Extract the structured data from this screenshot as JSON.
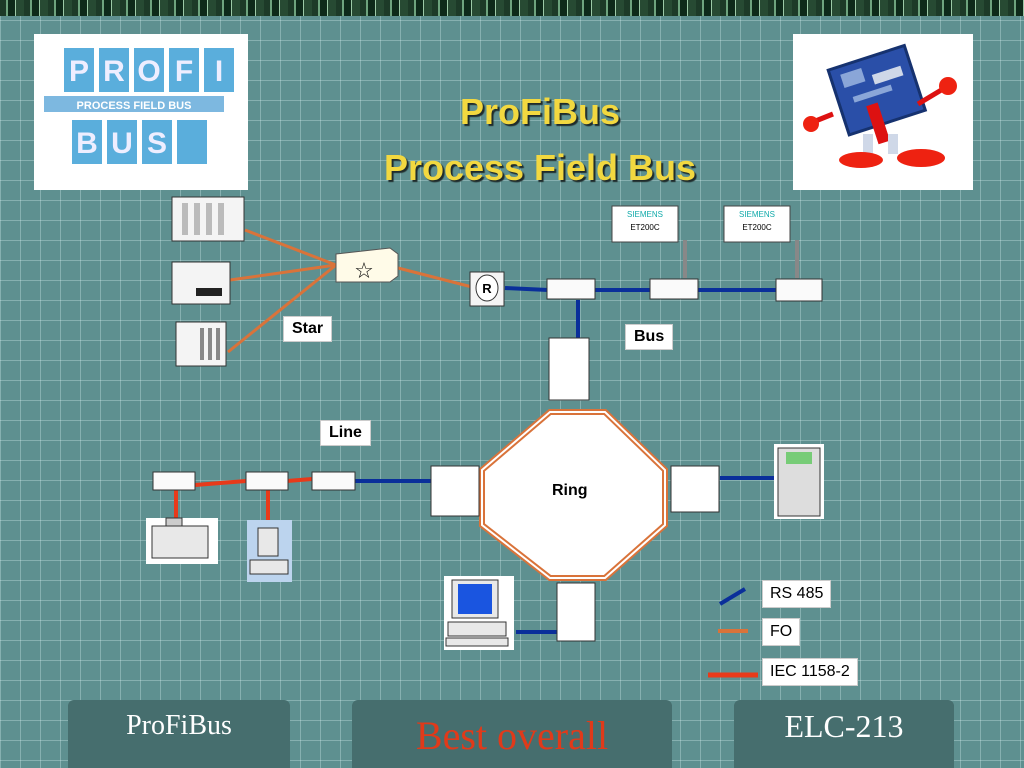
{
  "slide": {
    "title_line1": "ProFiBus",
    "title_line2": "Process Field Bus"
  },
  "logo": {
    "top_text": "PROFI",
    "middle_text": "PROCESS FIELD BUS",
    "bottom_text": "BUS"
  },
  "topologies": {
    "star": "Star",
    "bus": "Bus",
    "line": "Line",
    "ring": "Ring"
  },
  "devices": {
    "repeater_label": "R",
    "et200_1_brand": "SIEMENS",
    "et200_1_model": "ET200C",
    "et200_2_brand": "SIEMENS",
    "et200_2_model": "ET200C"
  },
  "legend": {
    "rs485": "RS 485",
    "fo": "FO",
    "iec": "IEC 1158-2"
  },
  "colors": {
    "rs485": "#0a2f9a",
    "fo": "#d9733a",
    "iec": "#e83a1a",
    "title": "#f2d840",
    "best": "#e03a1a"
  },
  "footer": {
    "left": "ProFiBus",
    "center": "Best overall",
    "right": "ELC-213"
  }
}
